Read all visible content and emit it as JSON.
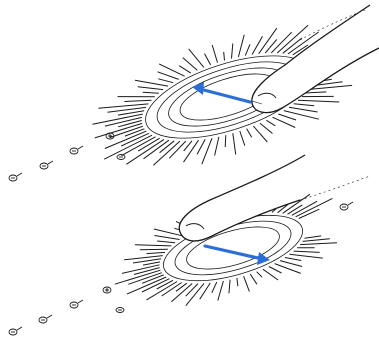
{
  "colors": {
    "background": "#ffffff",
    "ink": "#1a1a1a",
    "arrow": "#2b6fd6"
  },
  "panels": [
    {
      "name": "swipe-left-panel",
      "gesture": "swipe-left",
      "arrow_direction": "left",
      "icons": [
        "small-leaf-icon",
        "small-leaf-icon",
        "small-leaf-icon",
        "small-leaf-icon",
        "small-leaf-icon"
      ]
    },
    {
      "name": "swipe-right-panel",
      "gesture": "swipe-right",
      "arrow_direction": "right",
      "icons": [
        "small-leaf-icon",
        "small-leaf-icon",
        "small-leaf-icon",
        "small-leaf-icon",
        "small-leaf-icon",
        "small-leaf-icon"
      ]
    }
  ]
}
